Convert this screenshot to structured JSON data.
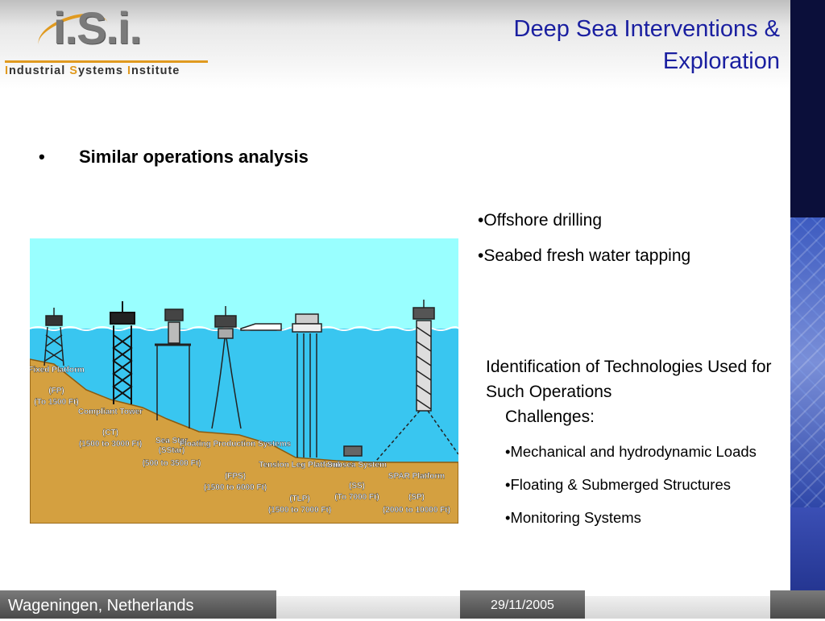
{
  "logo": {
    "mark": "i.S.i.",
    "subtitle": "Industrial Systems Institute"
  },
  "title": {
    "line1": "Deep Sea Interventions &",
    "line2": "Exploration"
  },
  "main_bullet": {
    "bullet": "•",
    "text": "Similar operations analysis"
  },
  "right_list": [
    "•Offshore drilling",
    "•Seabed fresh water tapping"
  ],
  "identification": "Identification of Technologies Used for Such Operations",
  "challenges": {
    "heading": "Challenges:",
    "items": [
      "•Mechanical and hydrodynamic Loads",
      "•Floating & Submerged Structures",
      "•Monitoring Systems"
    ]
  },
  "platforms": [
    {
      "name": "Fixed Platform",
      "abbr": "(FP)",
      "depth": "(To 1500 Ft)"
    },
    {
      "name": "Compliant Tower",
      "abbr": "(CT)",
      "depth": "(1500 to 3000 Ft)"
    },
    {
      "name": "Sea Star",
      "abbr": "(SStar)",
      "depth": "(500 to 3500 Ft)"
    },
    {
      "name": "Floating Production Systems",
      "abbr": "(FPS)",
      "depth": "(1500 to 6000 Ft)"
    },
    {
      "name": "Tension Leg Platform",
      "abbr": "(TLP)",
      "depth": "(1500 to 7000 Ft)"
    },
    {
      "name": "Subsea System",
      "abbr": "(SS)",
      "depth": "(To 7000 Ft)"
    },
    {
      "name": "SPAR Platform",
      "abbr": "(SP)",
      "depth": "(2000 to 10000 Ft)"
    }
  ],
  "footer": {
    "location": "Wageningen, Netherlands",
    "date": "29/11/2005"
  },
  "colors": {
    "title": "#1a1fa0",
    "accent": "#e09a20",
    "sky": "#99ffff",
    "sea": "#39c6f0",
    "seabed": "#d4a040"
  }
}
